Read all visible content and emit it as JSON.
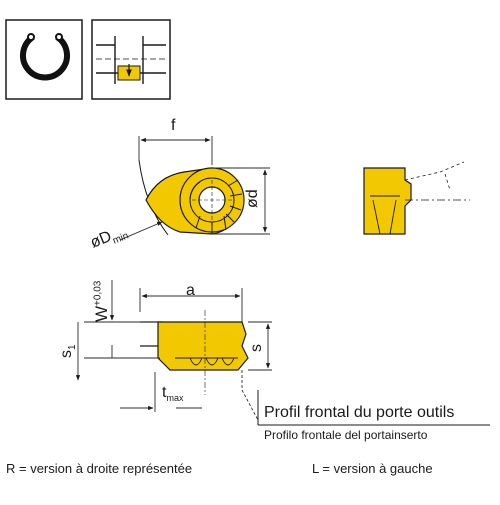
{
  "colors": {
    "insert_fill": "#f2c800",
    "line": "#1a1a1a",
    "dim_line": "#2a2a2a"
  },
  "icons": [
    "circlip-ring-icon",
    "groove-section-icon"
  ],
  "dimensions": {
    "f": "f",
    "d": "ød",
    "D_prefix": "øD",
    "D_sub": "min",
    "a": "a",
    "W_main": "W",
    "W_tol": "+0,03",
    "s1_main": "s",
    "s1_sub": "1",
    "s": "s",
    "t_main": "t",
    "t_sub": "max"
  },
  "captions": {
    "profile_fr": "Profil frontal du porte outils",
    "profile_it": "Profilo frontale del portainserto"
  },
  "footer": {
    "right_version": "R = version à droite représentée",
    "left_version": "L = version à gauche"
  }
}
